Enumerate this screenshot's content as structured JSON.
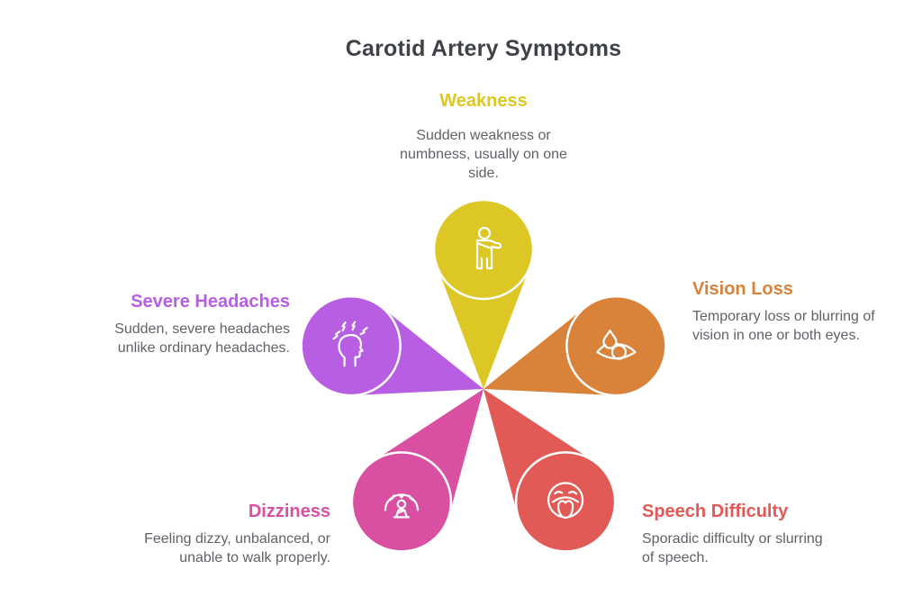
{
  "title": "Carotid Artery Symptoms",
  "colors": {
    "title_text": "#3f4347",
    "body_text": "#5f6368",
    "background": "#ffffff"
  },
  "petals": [
    {
      "id": "weakness",
      "label": "Weakness",
      "description": "Sudden weakness or\nnumbness, usually on one\nside.",
      "color": "#ddc724",
      "icon": "person-arm-in-sling-icon",
      "position": "top"
    },
    {
      "id": "vision-loss",
      "label": "Vision Loss",
      "description": "Temporary loss or blurring of\nvision in one or both eyes.",
      "color": "#d9823a",
      "icon": "eye-with-teardrop-icon",
      "position": "upper-right"
    },
    {
      "id": "speech-difficulty",
      "label": "Speech Difficulty",
      "description": "Sporadic difficulty or slurring\nof speech.",
      "color": "#e25a56",
      "icon": "slurred-mouth-icon",
      "position": "lower-right"
    },
    {
      "id": "dizziness",
      "label": "Dizziness",
      "description": "Feeling dizzy, unbalanced, or\nunable to walk properly.",
      "color": "#d94fa1",
      "icon": "dizzy-person-icon",
      "position": "lower-left"
    },
    {
      "id": "severe-headaches",
      "label": "Severe Headaches",
      "description": "Sudden, severe headaches\nunlike ordinary headaches.",
      "color": "#b75ee2",
      "icon": "headache-lightning-icon",
      "position": "upper-left"
    }
  ]
}
